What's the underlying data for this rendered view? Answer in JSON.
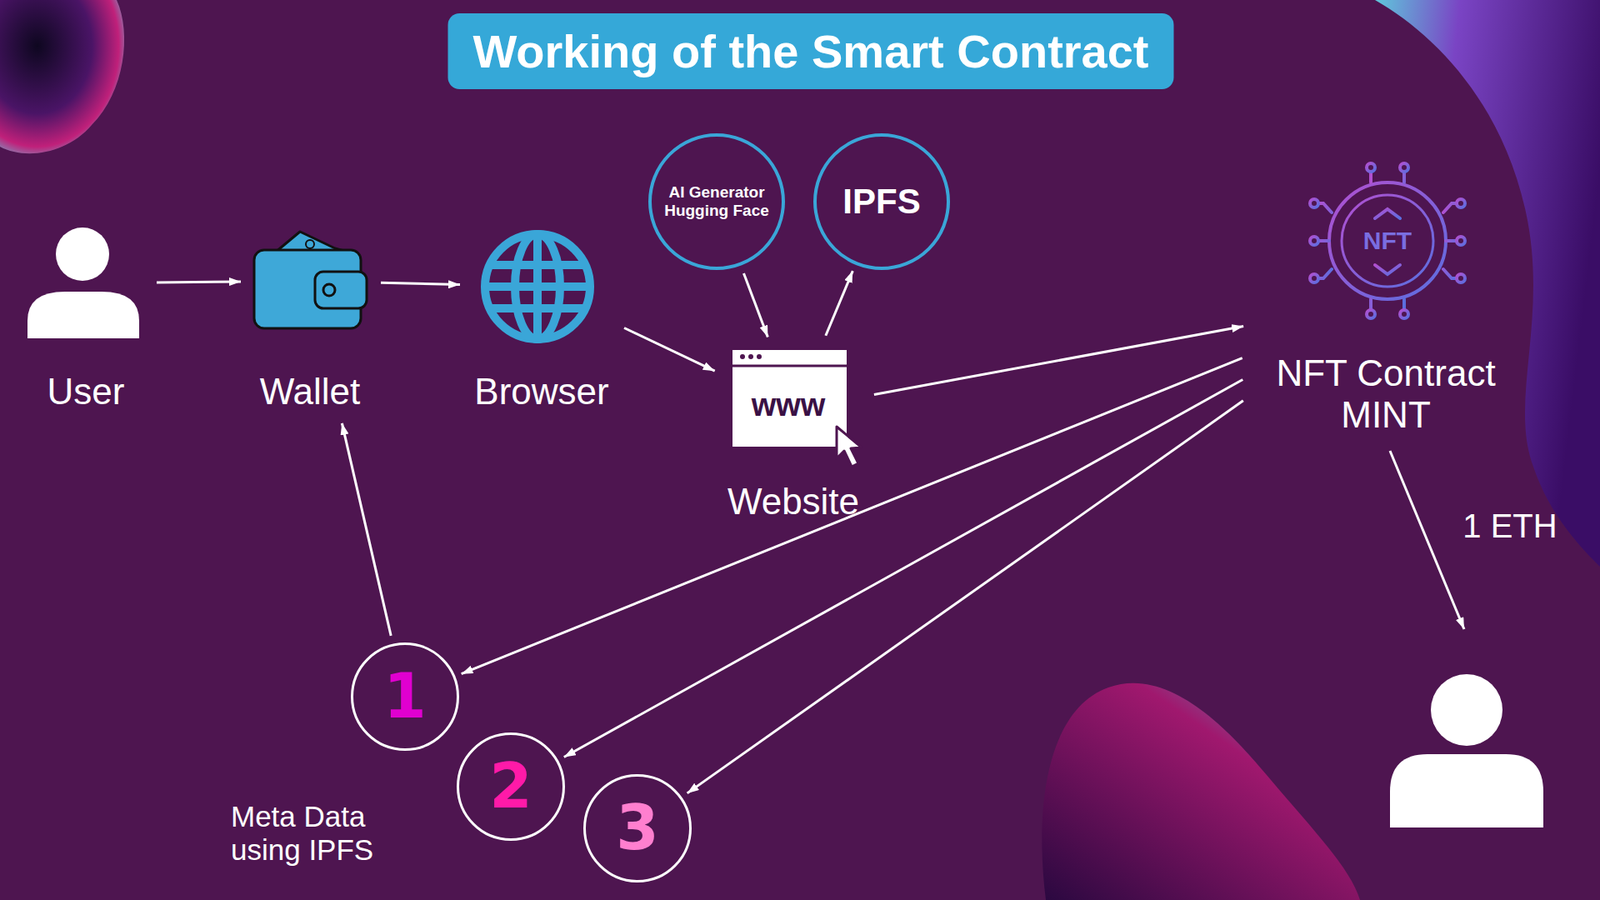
{
  "diagram": {
    "title": "Working of the Smart Contract",
    "nodes": [
      {
        "text": [
          "AI Generator Hugging Face"
        ]
      },
      {
        "text": [
          "IPFS"
        ]
      },
      {
        "text": [
          "User"
        ]
      },
      {
        "text": [
          "Wallet"
        ]
      },
      {
        "text": [
          "Browser"
        ]
      },
      {
        "text": [
          "Website"
        ]
      },
      {
        "text": [
          "NFT Contract MINT"
        ]
      },
      {
        "text": [
          "1"
        ]
      },
      {
        "text": [
          "2"
        ]
      },
      {
        "text": [
          "3"
        ]
      }
    ],
    "edges": [
      {
        "from": 2,
        "to": 3,
        "arrow": "to"
      },
      {
        "from": 3,
        "to": 4,
        "arrow": "to"
      },
      {
        "from": 4,
        "to": 5,
        "arrow": "to"
      },
      {
        "from": 0,
        "to": 5,
        "arrow": "to"
      },
      {
        "from": 5,
        "to": 1,
        "arrow": "to"
      },
      {
        "from": 5,
        "to": 6,
        "arrow": "to"
      },
      {
        "from": 6,
        "to": 7,
        "arrow": "to"
      },
      {
        "from": 6,
        "to": 8,
        "arrow": "to"
      },
      {
        "from": 6,
        "to": 9,
        "arrow": "to"
      },
      {
        "from": 7,
        "to": 3,
        "arrow": "to"
      }
    ],
    "labels": [
      "www",
      "NFT",
      "1 ETH",
      "Meta Data using IPFS"
    ]
  }
}
